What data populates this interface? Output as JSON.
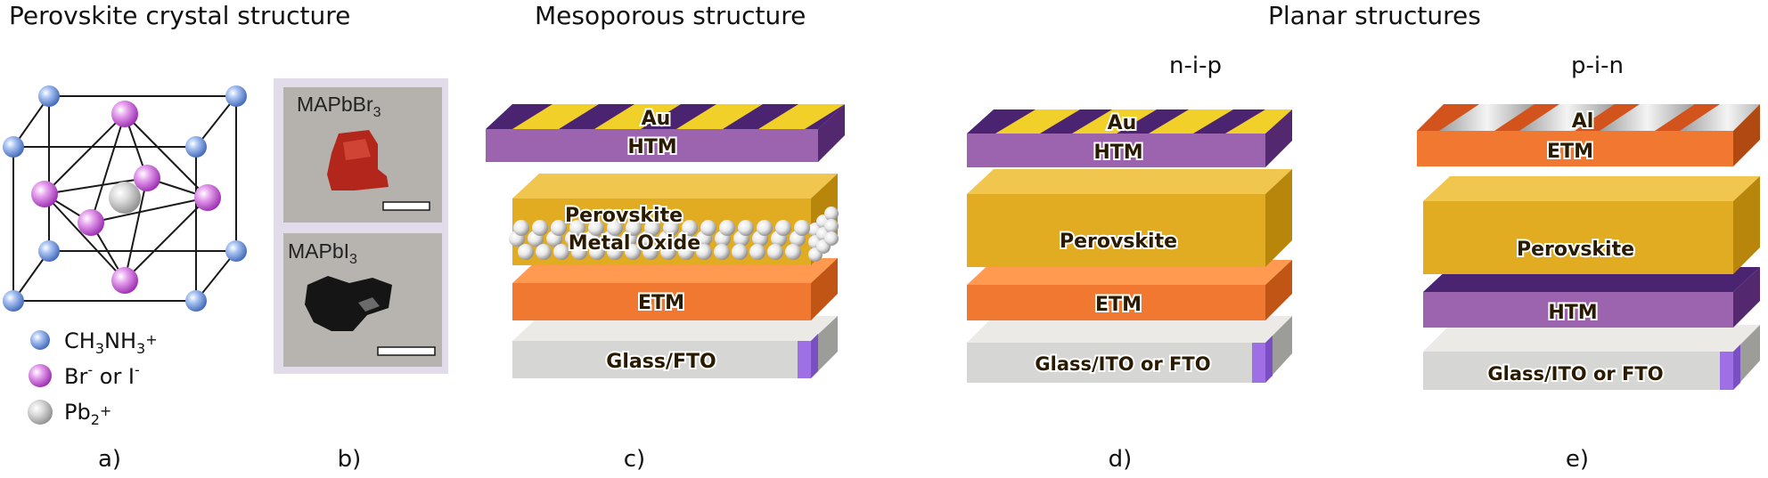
{
  "titles": {
    "crystal": "Perovskite crystal structure",
    "mesoporous": "Mesoporous structure",
    "planar": "Planar structures",
    "nip": "n-i-p",
    "pin": "p-i-n"
  },
  "legend": {
    "cation": "CH3NH3+",
    "halide": "Br- or I-",
    "lead": "Pb2+"
  },
  "photos": {
    "top": "MAPbBr3",
    "bottom": "MAPbI3"
  },
  "panel_labels": [
    "a)",
    "b)",
    "c)",
    "d)",
    "e)"
  ],
  "stack_c": {
    "electrode": "Au",
    "htm": "HTM",
    "perovskite": "Perovskite",
    "oxide": "Metal Oxide",
    "etm": "ETM",
    "substrate": "Glass/FTO"
  },
  "stack_d": {
    "electrode": "Au",
    "htm": "HTM",
    "perovskite": "Perovskite",
    "etm": "ETM",
    "substrate": "Glass/ITO or FTO"
  },
  "stack_e": {
    "electrode": "Al",
    "etm": "ETM",
    "perovskite": "Perovskite",
    "htm": "HTM",
    "substrate": "Glass/ITO or FTO"
  },
  "colors": {
    "cation": "#6f97e0",
    "halide": "#c060d0",
    "lead": "#c8c8c8",
    "gold": "#f2d02a",
    "electrode_dark": "#4a2470",
    "htm": "#9c64ae",
    "perovskite": "#e2ac22",
    "etm": "#f07830",
    "substrate": "#d6d6d4",
    "aluminium": "#c8c8c8"
  }
}
